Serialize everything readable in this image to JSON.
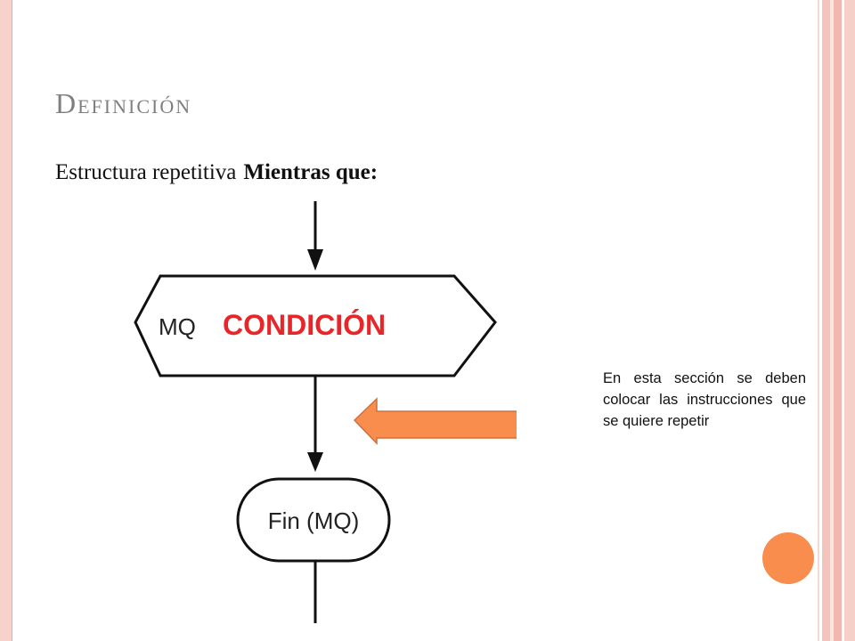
{
  "slide": {
    "title": "Definición",
    "subtitle_plain": "Estructura repetitiva",
    "subtitle_bold": "Mientras que:"
  },
  "diagram": {
    "decision_label": "MQ",
    "condition_label": "CONDICIÓN",
    "terminator_label": "Fin (MQ)",
    "note": "En esta sección se deben colocar las instrucciones que se quiere repetir"
  },
  "colors": {
    "condition": "#e8262a",
    "arrow": "#f98d4e",
    "accent": "#f98d4e",
    "title": "#7f7f7f"
  }
}
